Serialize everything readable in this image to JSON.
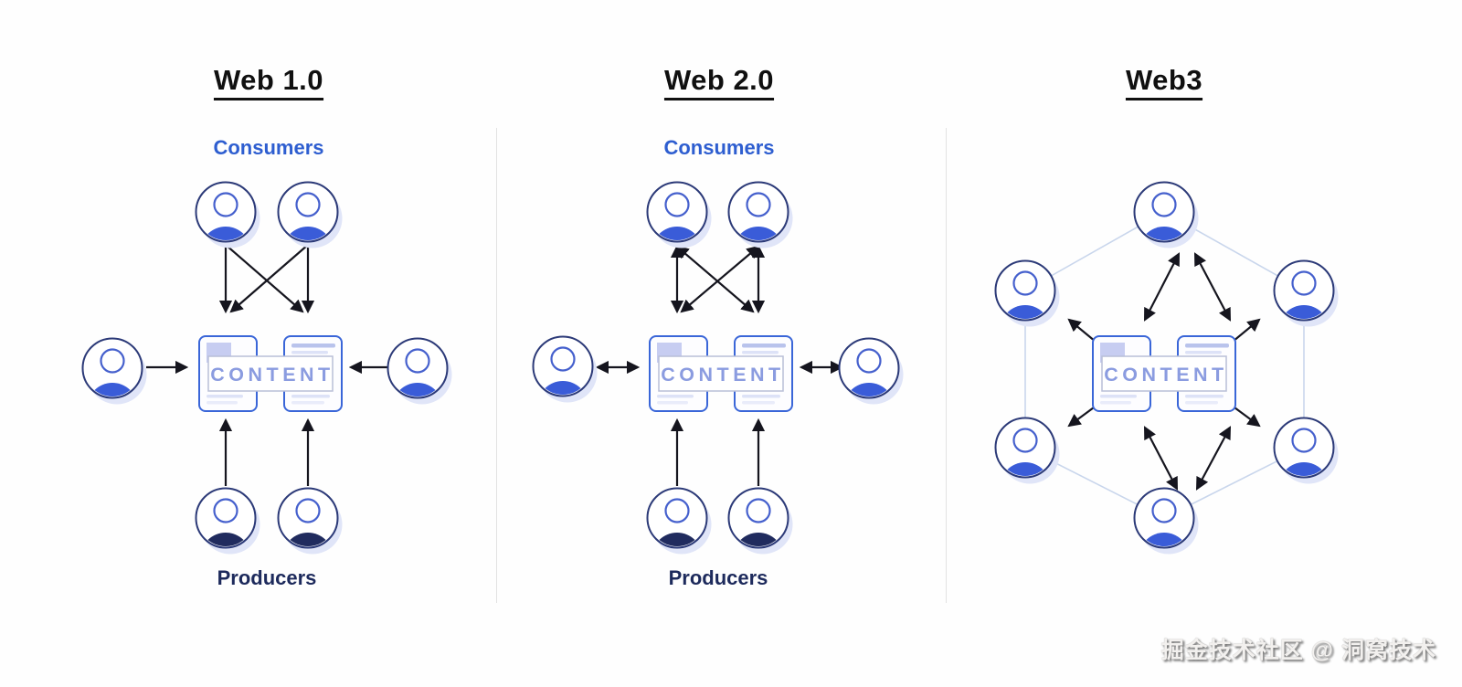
{
  "panels": {
    "web1": {
      "title": "Web 1.0",
      "consumers": "Consumers",
      "producers": "Producers",
      "content": "CONTENT"
    },
    "web2": {
      "title": "Web 2.0",
      "consumers": "Consumers",
      "producers": "Producers",
      "content": "CONTENT"
    },
    "web3": {
      "title": "Web3",
      "content": "CONTENT"
    }
  },
  "watermark": "掘金技术社区 @ 洞窝技术",
  "icons": {
    "avatar": "person-avatar-icon",
    "content_pages": "document-pages-icon"
  },
  "colors": {
    "consumer_shoulders": "#3a5cd8",
    "producer_shoulders": "#202b5e",
    "consumers_label": "#2e5ed0",
    "producers_label": "#1d2a5c",
    "content_text": "#8b9ce0",
    "page_stroke": "#3a66d8",
    "arrow": "#15151e",
    "hexagon_edge": "#c9d6ec",
    "divider": "#e2e2e2",
    "title_text": "#101010",
    "background": "#fefefe"
  }
}
